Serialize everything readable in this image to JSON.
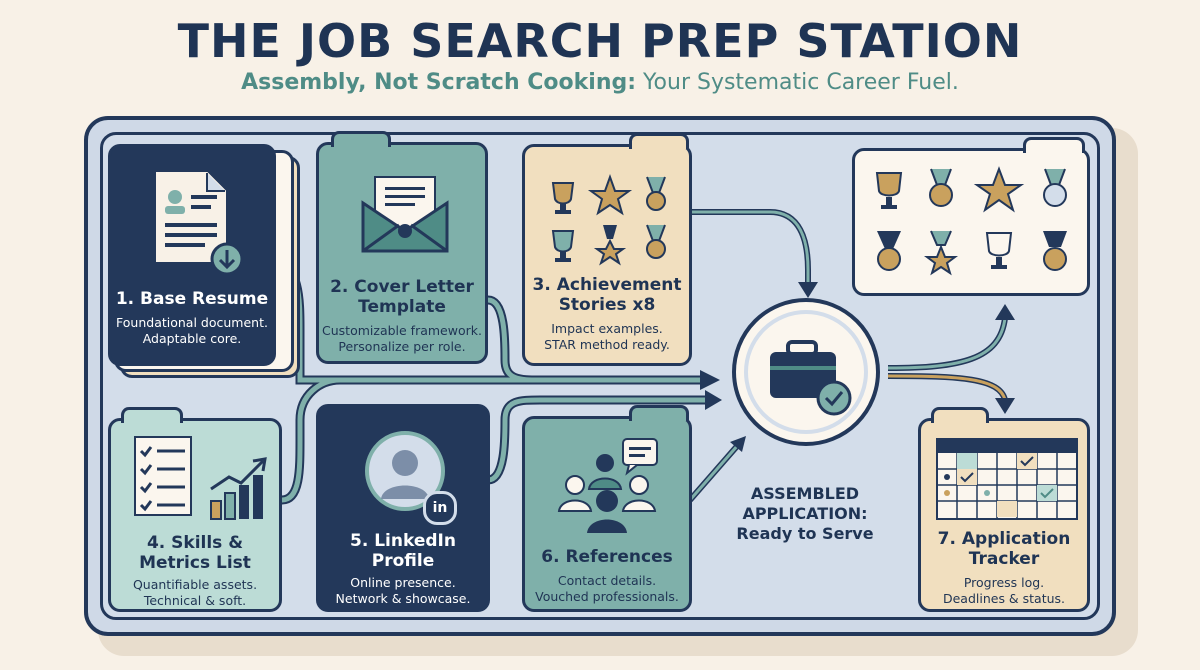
{
  "header": {
    "title": "THE JOB SEARCH PREP STATION",
    "subtitle_bold": "Assembly, Not Scratch Cooking:",
    "subtitle_rest": " Your Systematic Career Fuel."
  },
  "cards": {
    "resume": {
      "title": "1. Base Resume",
      "desc1": "Foundational document.",
      "desc2": "Adaptable core."
    },
    "cover": {
      "title1": "2. Cover Letter",
      "title2": "Template",
      "desc1": "Customizable framework.",
      "desc2": "Personalize per role."
    },
    "achievements": {
      "title1": "3. Achievement",
      "title2": "Stories x8",
      "desc1": "Impact examples.",
      "desc2": "STAR method ready."
    },
    "skills": {
      "title1": "4. Skills &",
      "title2": "Metrics List",
      "desc1": "Quantifiable assets.",
      "desc2": "Technical & soft."
    },
    "linkedin": {
      "title1": "5. LinkedIn",
      "title2": "Profile",
      "desc1": "Online presence.",
      "desc2": "Network & showcase.",
      "badge": "in"
    },
    "references": {
      "title": "6. References",
      "desc1": "Contact details.",
      "desc2": "Vouched professionals."
    },
    "tracker": {
      "title1": "7. Application",
      "title2": "Tracker",
      "desc1": "Progress log.",
      "desc2": "Deadlines & status."
    }
  },
  "hub": {
    "line1": "ASSEMBLED",
    "line2": "APPLICATION:",
    "line3": "Ready to Serve"
  },
  "colors": {
    "navy": "#23385a",
    "teal": "#7fb0aa",
    "mint": "#bcdcd6",
    "cream": "#f1dfbf",
    "gold": "#c9a15e",
    "accent": "#4f8c86"
  },
  "icons": [
    "resume-document-icon",
    "download-arrow-icon",
    "envelope-icon",
    "trophy-icon",
    "star-icon",
    "medal-icon",
    "checklist-icon",
    "bar-chart-icon",
    "person-avatar-icon",
    "linkedin-badge-icon",
    "group-people-icon",
    "speech-bubble-icon",
    "briefcase-icon",
    "check-circle-icon",
    "calendar-grid-icon"
  ]
}
